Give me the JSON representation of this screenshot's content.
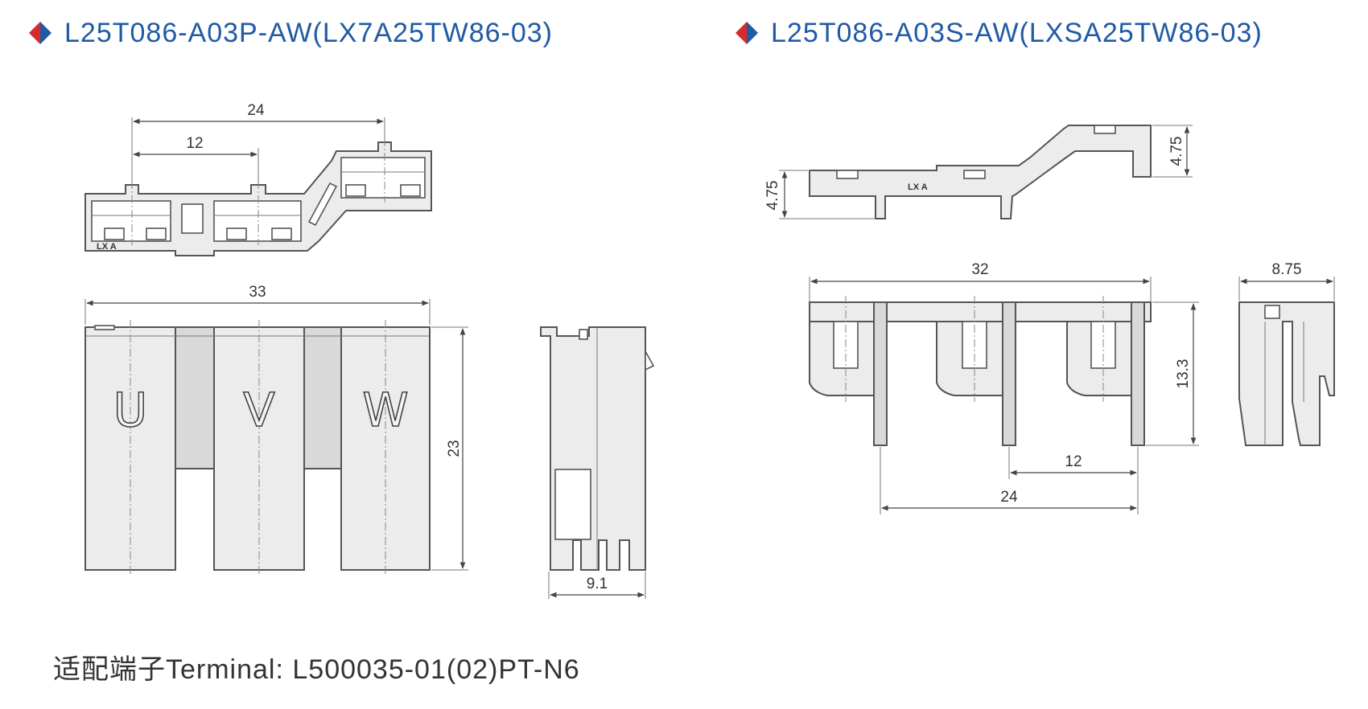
{
  "titles": {
    "left": "L25T086-A03P-AW(LX7A25TW86-03)",
    "right": "L25T086-A03S-AW(LXSA25TW86-03)"
  },
  "icons": {
    "bullet": "diamond-bullet-icon",
    "colors": [
      "#d62b2b",
      "#1f5aa6"
    ]
  },
  "footer": "适配端子Terminal:  L500035-01(02)PT-N6",
  "left_part": {
    "top_view": {
      "dim_span": "24",
      "dim_pitch": "12",
      "mark": "LX A"
    },
    "front_view": {
      "dim_width": "33",
      "dim_height": "23",
      "labels": [
        "U",
        "V",
        "W"
      ]
    },
    "side_view": {
      "dim_depth": "9.1"
    }
  },
  "right_part": {
    "top_view": {
      "dim_left_height": "4.75",
      "dim_right_height": "4.75",
      "mark": "LX A"
    },
    "front_view": {
      "dim_width": "32",
      "dim_height": "13.3",
      "dim_pitch": "12",
      "dim_span": "24"
    },
    "side_view": {
      "dim_depth": "8.75"
    }
  }
}
